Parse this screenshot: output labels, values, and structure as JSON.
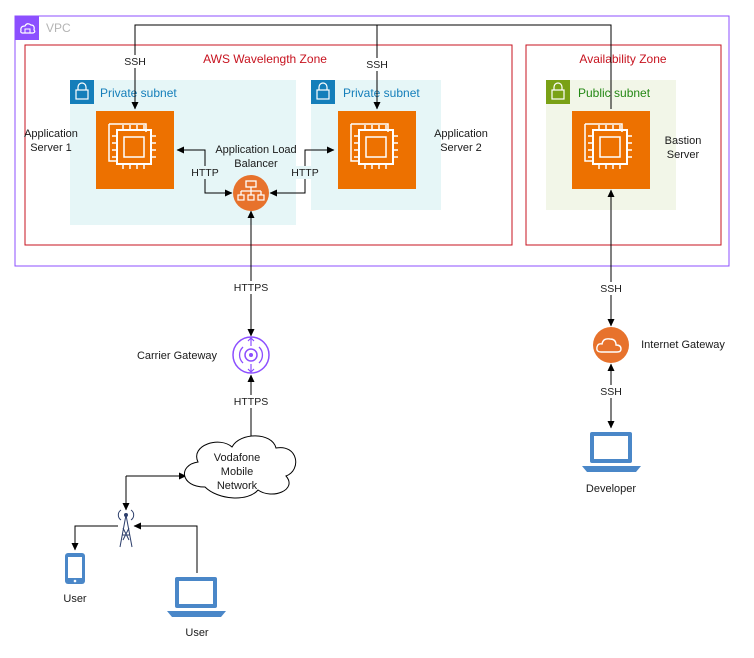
{
  "vpc": {
    "label": "VPC",
    "color": "#8c4fff"
  },
  "wavelength_zone": {
    "label": "AWS Wavelength Zone",
    "color": "#c7131f"
  },
  "availability_zone": {
    "label": "Availability Zone",
    "color": "#c7131f"
  },
  "subnets": {
    "private_1": {
      "label": "Private subnet",
      "color": "#147eba",
      "fill": "#e6f6f7"
    },
    "private_2": {
      "label": "Private subnet",
      "color": "#147eba",
      "fill": "#e6f6f7"
    },
    "public": {
      "label": "Public subnet",
      "color": "#7aa116",
      "fill": "#f2f6e8"
    }
  },
  "nodes": {
    "app_server_1": {
      "line1": "Application",
      "line2": "Server 1",
      "icon": "ec2-instance-icon"
    },
    "app_server_2": {
      "line1": "Application",
      "line2": "Server 2",
      "icon": "ec2-instance-icon"
    },
    "alb": {
      "line1": "Application Load",
      "line2": "Balancer",
      "icon": "load-balancer-icon"
    },
    "bastion": {
      "line1": "Bastion",
      "line2": "Server",
      "icon": "ec2-instance-icon"
    },
    "carrier_gateway": {
      "label": "Carrier Gateway",
      "icon": "carrier-gateway-icon"
    },
    "internet_gateway": {
      "label": "Internet Gateway",
      "icon": "internet-gateway-icon"
    },
    "mobile_network": {
      "line1": "Vodafone",
      "line2": "Mobile",
      "line3": "Network",
      "icon": "cloud-icon"
    },
    "developer": {
      "label": "Developer",
      "icon": "laptop-icon"
    },
    "user_phone": {
      "label": "User",
      "icon": "mobile-phone-icon"
    },
    "user_laptop": {
      "label": "User",
      "icon": "laptop-icon"
    },
    "cell_tower": {
      "icon": "cell-tower-icon"
    }
  },
  "edge_labels": {
    "ssh_top_left": "SSH",
    "ssh_top_mid": "SSH",
    "http_left": "HTTP",
    "http_right": "HTTP",
    "https_upper": "HTTPS",
    "https_lower": "HTTPS",
    "ssh_bastion": "SSH",
    "ssh_developer": "SSH"
  },
  "colors": {
    "compute_orange": "#ed7100",
    "alb_orange": "#e7722c",
    "carrier_purple": "#8c4fff",
    "device_blue": "#4a87c8"
  }
}
